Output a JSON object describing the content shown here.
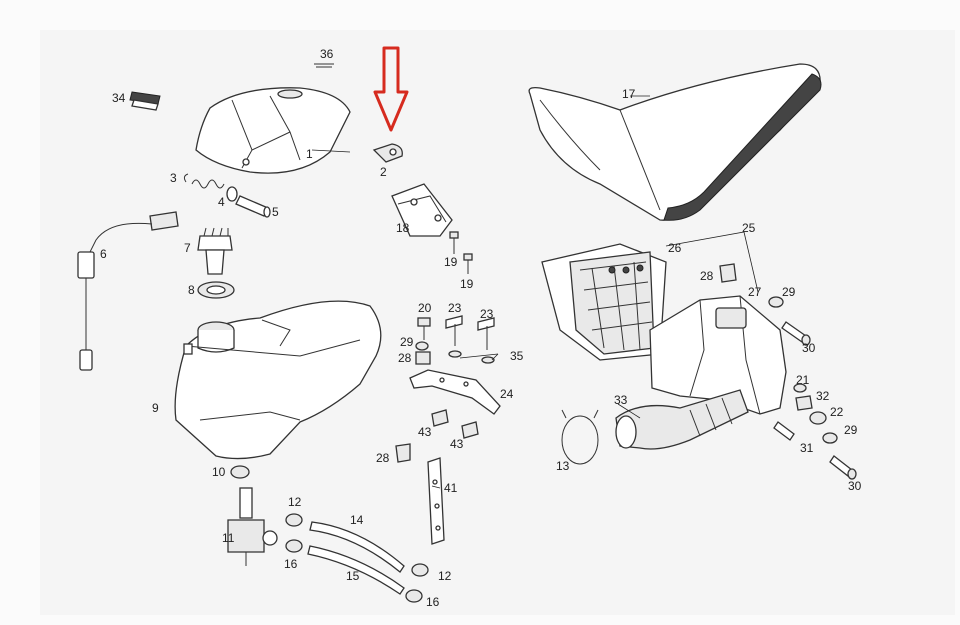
{
  "diagram": {
    "labels": [
      {
        "id": "36",
        "text": "36"
      },
      {
        "id": "34",
        "text": "34"
      },
      {
        "id": "1",
        "text": "1"
      },
      {
        "id": "2",
        "text": "2"
      },
      {
        "id": "3",
        "text": "3"
      },
      {
        "id": "4",
        "text": "4"
      },
      {
        "id": "5",
        "text": "5"
      },
      {
        "id": "6",
        "text": "6"
      },
      {
        "id": "7",
        "text": "7"
      },
      {
        "id": "8",
        "text": "8"
      },
      {
        "id": "9",
        "text": "9"
      },
      {
        "id": "10",
        "text": "10"
      },
      {
        "id": "11",
        "text": "11"
      },
      {
        "id": "12a",
        "text": "12"
      },
      {
        "id": "12b",
        "text": "12"
      },
      {
        "id": "13",
        "text": "13"
      },
      {
        "id": "14",
        "text": "14"
      },
      {
        "id": "15",
        "text": "15"
      },
      {
        "id": "16a",
        "text": "16"
      },
      {
        "id": "16b",
        "text": "16"
      },
      {
        "id": "17",
        "text": "17"
      },
      {
        "id": "18",
        "text": "18"
      },
      {
        "id": "19a",
        "text": "19"
      },
      {
        "id": "19b",
        "text": "19"
      },
      {
        "id": "20",
        "text": "20"
      },
      {
        "id": "21",
        "text": "21"
      },
      {
        "id": "22",
        "text": "22"
      },
      {
        "id": "23a",
        "text": "23"
      },
      {
        "id": "23b",
        "text": "23"
      },
      {
        "id": "24",
        "text": "24"
      },
      {
        "id": "25",
        "text": "25"
      },
      {
        "id": "26",
        "text": "26"
      },
      {
        "id": "27",
        "text": "27"
      },
      {
        "id": "28a",
        "text": "28"
      },
      {
        "id": "28b",
        "text": "28"
      },
      {
        "id": "28c",
        "text": "28"
      },
      {
        "id": "29a",
        "text": "29"
      },
      {
        "id": "29b",
        "text": "29"
      },
      {
        "id": "29c",
        "text": "29"
      },
      {
        "id": "30a",
        "text": "30"
      },
      {
        "id": "30b",
        "text": "30"
      },
      {
        "id": "31",
        "text": "31"
      },
      {
        "id": "32",
        "text": "32"
      },
      {
        "id": "33",
        "text": "33"
      },
      {
        "id": "35",
        "text": "35"
      },
      {
        "id": "41",
        "text": "41"
      },
      {
        "id": "43a",
        "text": "43"
      },
      {
        "id": "43b",
        "text": "43"
      }
    ],
    "highlight_color": "#d62b1f",
    "highlight_target": "2",
    "highlight_icon": "down-arrow-icon"
  }
}
